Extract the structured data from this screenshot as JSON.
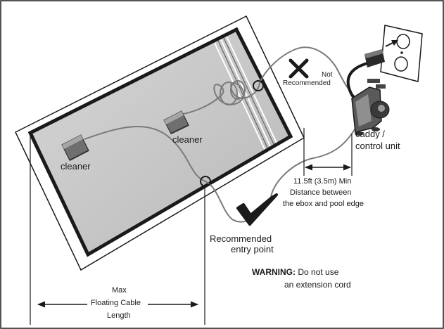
{
  "labels": {
    "cleaner_1": "cleaner",
    "cleaner_2": "cleaner",
    "not_recommended_1": "Not",
    "not_recommended_2": "Recommended",
    "caddy_1": "caddy /",
    "caddy_2": "control unit",
    "distance_1": "11.5ft (3.5m) Min",
    "distance_2": "Distance between",
    "distance_3": "the ebox and pool edge",
    "entry_1": "Recommended",
    "entry_2": "entry point",
    "warning_bold": "WARNING:",
    "warning_1": "Do not use",
    "warning_2": "an extension cord",
    "max_1": "Max",
    "max_2": "Floating Cable",
    "max_3": "Length"
  },
  "colors": {
    "line": "#1a1a1a",
    "cable": "#7a7a7a",
    "water": "#c9c9c9",
    "deck": "#ffffff"
  }
}
